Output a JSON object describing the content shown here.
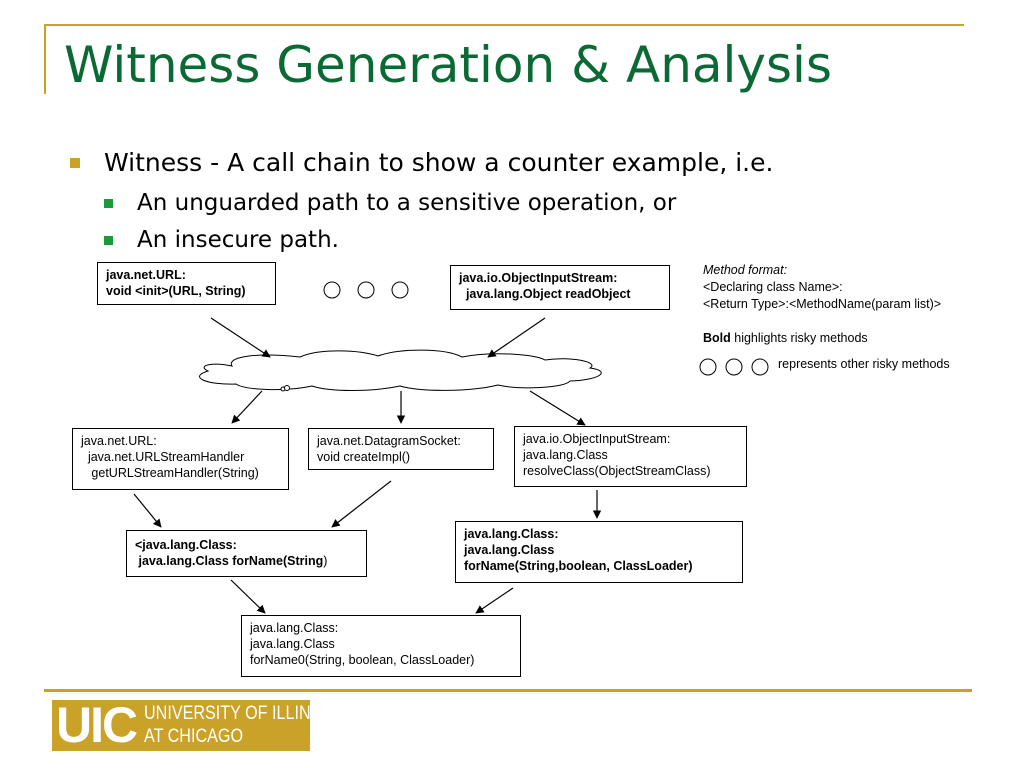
{
  "slide": {
    "title": "Witness Generation & Analysis",
    "bullets": [
      {
        "text": "Witness - A call chain to show a counter example, i.e."
      },
      {
        "text": "An unguarded path to a sensitive operation, or"
      },
      {
        "text": "An insecure path."
      }
    ]
  },
  "diagram": {
    "nodes": {
      "url_init": "java.net.URL:\nvoid <init>(URL, String)",
      "ois_readobject": "java.io.ObjectInputStream:\n  java.lang.Object readObject",
      "url_handler": "java.net.URL:\n  java.net.URLStreamHandler\n   getURLStreamHandler(String)",
      "datagram": "java.net.DatagramSocket:\nvoid createImpl()",
      "ois_resolve": "java.io.ObjectInputStream:\njava.lang.Class\nresolveClass(ObjectStreamClass)",
      "forname_string_l1": "<java.lang.Class:",
      "forname_string_l2a": " java.lang.Class forName(String",
      "forname_string_l2b": ")",
      "forname_full": "java.lang.Class:\njava.lang.Class\nforName(String,boolean, ClassLoader)",
      "forname0": "java.lang.Class:\njava.lang.Class\nforName0(String, boolean, ClassLoader)"
    },
    "legend": {
      "method_format_label": "Method format:",
      "format_line1": "<Declaring class Name>:",
      "format_line2": "<Return Type>:<MethodName(param list)>",
      "bold_word": "Bold",
      "bold_text": " highlights risky methods",
      "circles_text": "represents other risky methods"
    }
  },
  "footer": {
    "logo_letters": "UIC",
    "logo_line1": "UNIVERSITY OF ILLINOIS",
    "logo_line2": "AT CHICAGO"
  },
  "colors": {
    "title": "#0b6a34",
    "accent_gold": "#c9a227",
    "sub_bullet_green": "#1a9a3a"
  }
}
